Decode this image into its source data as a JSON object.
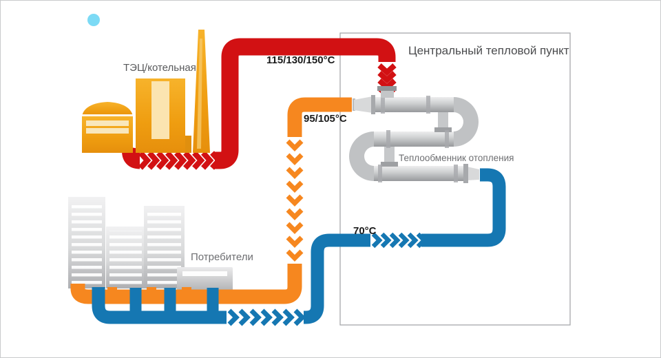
{
  "diagram": {
    "labels": {
      "plant": "ТЭЦ/котельная",
      "ctp_title": "Центральный тепловой пункт",
      "heat_exchanger": "Теплообменник отопления",
      "consumers": "Потребители"
    },
    "temperatures": {
      "primary_supply": "115/130/150°C",
      "secondary_supply": "95/105°C",
      "return_line": "70°C"
    },
    "colors": {
      "primary_supply_pipe": "#d21113",
      "secondary_supply_pipe": "#f6871f",
      "return_pipe": "#1577b2",
      "plant_orange": "#efa01c",
      "exchanger_gray": "#c2c4c6",
      "accent_dot": "#7cdaf5",
      "label_text": "#58595b"
    }
  }
}
